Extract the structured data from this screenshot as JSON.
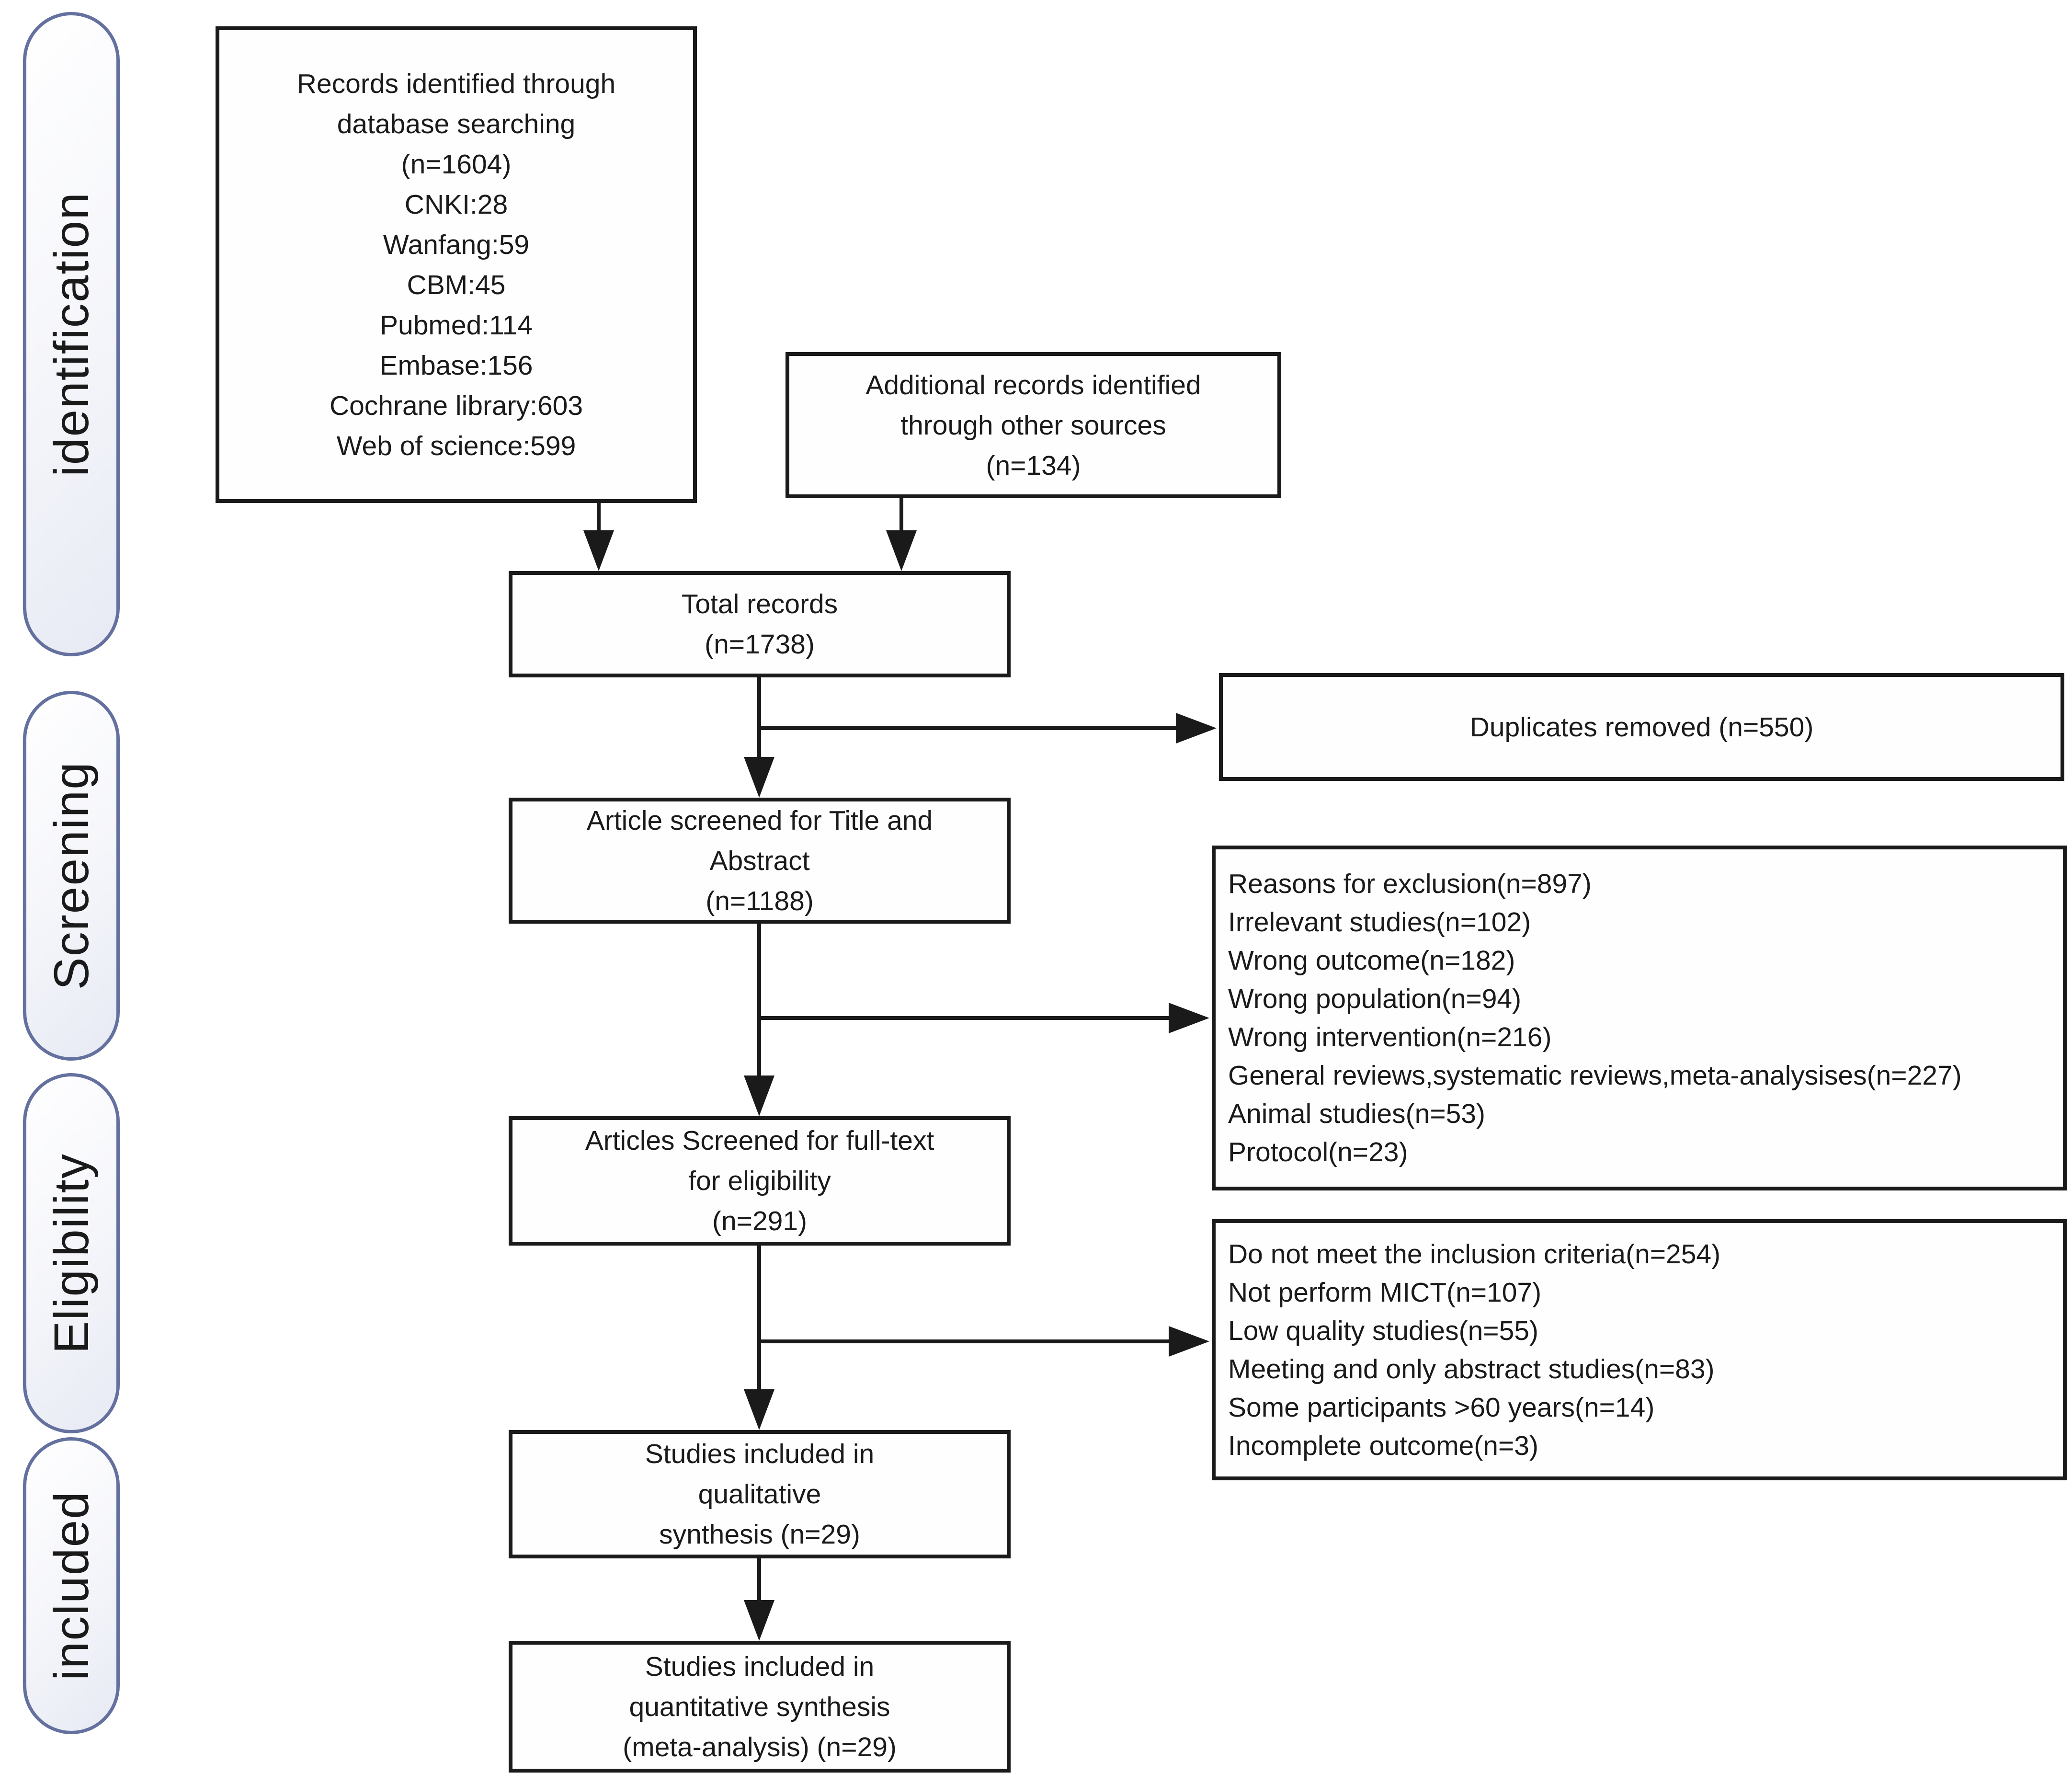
{
  "figure": {
    "kind": "prisma-flow-diagram",
    "description": "Study selection flow diagram"
  },
  "stages": [
    {
      "label": "identification"
    },
    {
      "label": "Screening"
    },
    {
      "label": "Eligibility"
    },
    {
      "label": "included"
    }
  ],
  "boxes": {
    "database_records": {
      "text": "Records identified through\ndatabase searching\n(n=1604)\nCNKI:28\nWanfang:59\nCBM:45\nPubmed:114\nEmbase:156\nCochrane library:603\nWeb of science:599"
    },
    "additional_records": {
      "text": "Additional records identified\nthrough other sources\n(n=134)"
    },
    "total_records": {
      "text": "Total records\n(n=1738)"
    },
    "duplicates_removed": {
      "text": "Duplicates removed (n=550)"
    },
    "title_abstract_screened": {
      "text": "Article screened for Title and\nAbstract\n(n=1188)"
    },
    "exclusion_reasons": {
      "text": "Reasons for exclusion(n=897)\nIrrelevant studies(n=102)\nWrong outcome(n=182)\nWrong population(n=94)\nWrong intervention(n=216)\nGeneral reviews,systematic reviews,meta-analysises(n=227)\nAnimal studies(n=53)\nProtocol(n=23)"
    },
    "fulltext_screened": {
      "text": "Articles Screened for full-text\nfor eligibility\n(n=291)"
    },
    "not_meeting_criteria": {
      "text": "Do not meet the inclusion criteria(n=254)\nNot perform MICT(n=107)\nLow quality studies(n=55)\nMeeting and only abstract studies(n=83)\nSome participants >60 years(n=14)\nIncomplete outcome(n=3)"
    },
    "qualitative_synthesis": {
      "text": "Studies included in\nqualitative\nsynthesis (n=29)"
    },
    "quantitative_synthesis": {
      "text": "Studies included in\nquantitative synthesis\n(meta-analysis) (n=29)"
    }
  },
  "colors": {
    "stage-border": "#64719f",
    "box-border": "#1a1a1a",
    "arrow": "#1a1a1a",
    "text": "#1a1a1a",
    "background": "#ffffff"
  }
}
